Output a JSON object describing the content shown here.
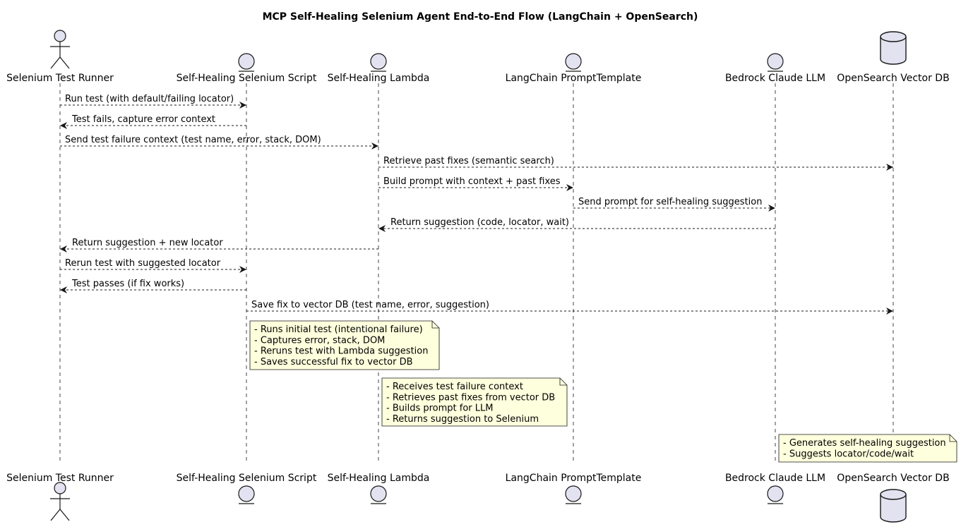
{
  "title": "MCP Self-Healing Selenium Agent End-to-End Flow (LangChain + OpenSearch)",
  "colors": {
    "participant_fill": "#E2E2F0",
    "participant_stroke": "#181818",
    "note_fill": "#FEFFDD",
    "lifeline": "#181818",
    "arrow": "#181818"
  },
  "participants": [
    {
      "id": "runner",
      "label": "Selenium Test Runner",
      "shape": "actor"
    },
    {
      "id": "script",
      "label": "Self-Healing Selenium Script",
      "shape": "entity"
    },
    {
      "id": "lambda",
      "label": "Self-Healing Lambda",
      "shape": "entity"
    },
    {
      "id": "langchain",
      "label": "LangChain PromptTemplate",
      "shape": "entity"
    },
    {
      "id": "bedrock",
      "label": "Bedrock Claude LLM",
      "shape": "entity"
    },
    {
      "id": "opensearch",
      "label": "OpenSearch Vector DB",
      "shape": "database"
    }
  ],
  "messages": [
    {
      "from": "runner",
      "to": "script",
      "label": "Run test (with default/failing locator)"
    },
    {
      "from": "script",
      "to": "runner",
      "label": "Test fails, capture error context"
    },
    {
      "from": "runner",
      "to": "lambda",
      "label": "Send test failure context (test name, error, stack, DOM)"
    },
    {
      "from": "lambda",
      "to": "opensearch",
      "label": "Retrieve past fixes (semantic search)"
    },
    {
      "from": "lambda",
      "to": "langchain",
      "label": "Build prompt with context + past fixes"
    },
    {
      "from": "langchain",
      "to": "bedrock",
      "label": "Send prompt for self-healing suggestion"
    },
    {
      "from": "bedrock",
      "to": "lambda",
      "label": "Return suggestion (code, locator, wait)"
    },
    {
      "from": "lambda",
      "to": "runner",
      "label": "Return suggestion + new locator"
    },
    {
      "from": "runner",
      "to": "script",
      "label": "Rerun test with suggested locator"
    },
    {
      "from": "script",
      "to": "runner",
      "label": "Test passes (if fix works)"
    },
    {
      "from": "script",
      "to": "opensearch",
      "label": "Save fix to vector DB (test name, error, suggestion)"
    }
  ],
  "notes": [
    {
      "over": "script",
      "lines": [
        "- Runs initial test (intentional failure)",
        "- Captures error, stack, DOM",
        "- Reruns test with Lambda suggestion",
        "- Saves successful fix to vector DB"
      ]
    },
    {
      "over": "lambda",
      "lines": [
        "- Receives test failure context",
        "- Retrieves past fixes from vector DB",
        "- Builds prompt for LLM",
        "- Returns suggestion to Selenium"
      ]
    },
    {
      "over": "bedrock",
      "lines": [
        "- Generates self-healing suggestion",
        "- Suggests locator/code/wait"
      ]
    }
  ]
}
